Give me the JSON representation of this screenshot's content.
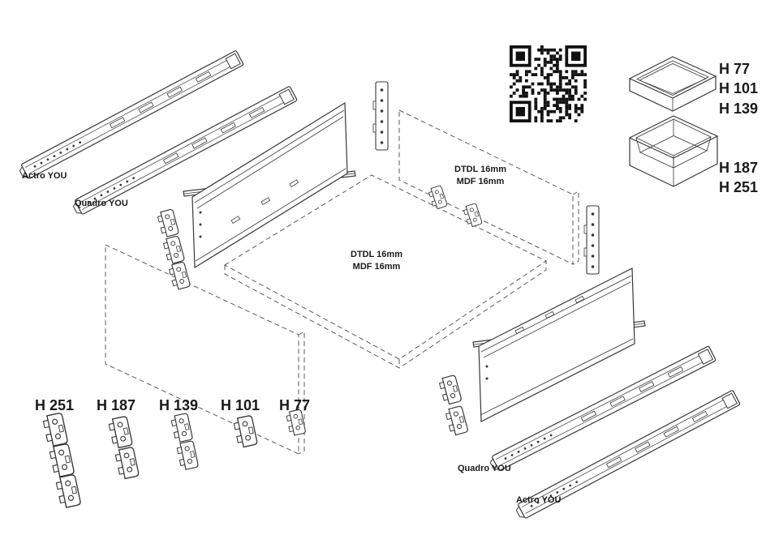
{
  "diagram": {
    "title": "drawer-system-exploded-view",
    "top_left_rails": {
      "actro": "Actro YOU",
      "quadro": "Quadro YOU"
    },
    "bottom_right_rails": {
      "quadro": "Quadro YOU",
      "actro": "Actro YOU"
    },
    "back_panel": {
      "line1": "DTDL 16mm",
      "line2": "MDF 16mm"
    },
    "bottom_panel": {
      "line1": "DTDL 16mm",
      "line2": "MDF 16mm"
    },
    "drawer_box_heights": {
      "shallow": [
        "H 77",
        "H 101",
        "H 139"
      ],
      "deep": [
        "H 187",
        "H 251"
      ]
    },
    "front_bracket_heights": [
      "H 251",
      "H 187",
      "H 139",
      "H 101",
      "H 77"
    ],
    "icons": {
      "qr": "qr-code"
    },
    "colors": {
      "line": "#383838",
      "dash": "#5a5a5a",
      "text": "#1a1a1a",
      "background": "#ffffff"
    }
  }
}
